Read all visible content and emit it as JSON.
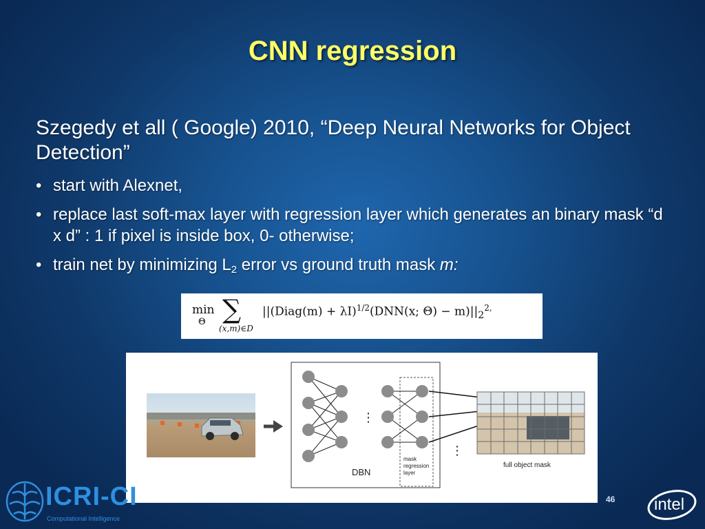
{
  "slide": {
    "title": "CNN regression",
    "main_text": "Szegedy et all ( Google) 2010, “Deep Neural Networks for Object Detection”",
    "bullets": [
      "start with Alexnet,",
      "replace last soft-max layer with regression layer which generates an binary mask “d x d” : 1 if pixel is inside box, 0- otherwise;"
    ],
    "bullet3": {
      "pre": "train net by minimizing L",
      "sub": "2",
      "mid": " error vs ground truth mask ",
      "italic": "m:"
    },
    "page_number": "46"
  },
  "formula": {
    "min": "min",
    "theta": "Θ",
    "sum": "∑",
    "sub": "(x,m)∈D",
    "body": "||(Diag(m) + λI)",
    "exp": "1/2",
    "body2": "(DNN(x; Θ) − m)||",
    "norm": "2",
    "tail": "2,"
  },
  "figure": {
    "dbn_label": "DBN",
    "layer_label_1": "mask",
    "layer_label_2": "regression",
    "layer_label_3": "layer",
    "mask_label": "full object mask",
    "dots": "⋮"
  },
  "logos": {
    "icri_text": "ICRI-CI",
    "icri_sub": "Computational Intelligence",
    "intel_text": "intel"
  },
  "colors": {
    "title": "#ffff66",
    "background": "#17528f",
    "node": "#8c8c8c",
    "icri": "#2f8fe0"
  }
}
